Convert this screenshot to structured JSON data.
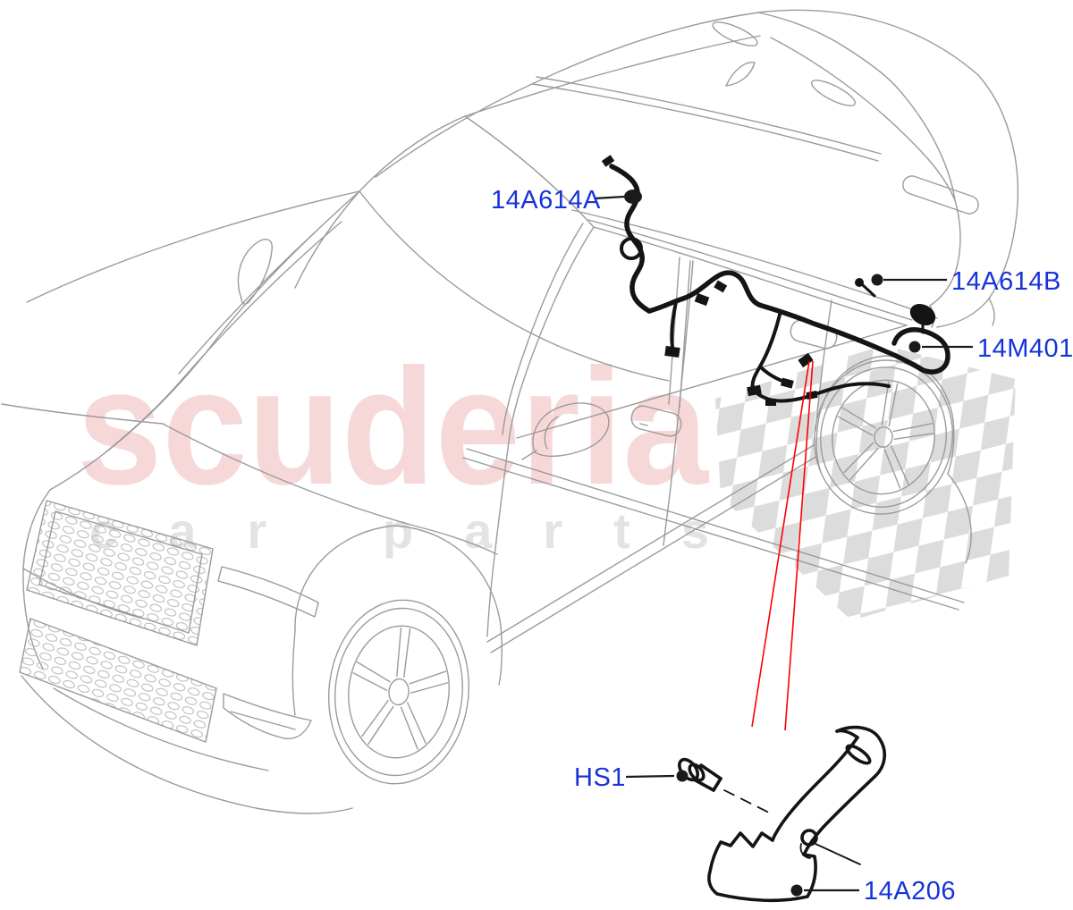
{
  "watermark": {
    "primary": "scuderia",
    "secondary": "car parts"
  },
  "callouts": [
    {
      "code": "14A614A"
    },
    {
      "code": "14A614B"
    },
    {
      "code": "14M401"
    },
    {
      "code": "HS1"
    },
    {
      "code": "14A206"
    }
  ],
  "colors": {
    "callout_blue": "#1733d9",
    "leader_black": "#1a1a1a",
    "leader_red": "#ff0000",
    "harness_black": "#141414",
    "vehicle_line_gray": "#9b9b9b",
    "watermark_pink": "#f7d8d8",
    "watermark_gray": "#e3e3e3",
    "checker_gray": "#dcdcdc",
    "background": "#ffffff"
  }
}
